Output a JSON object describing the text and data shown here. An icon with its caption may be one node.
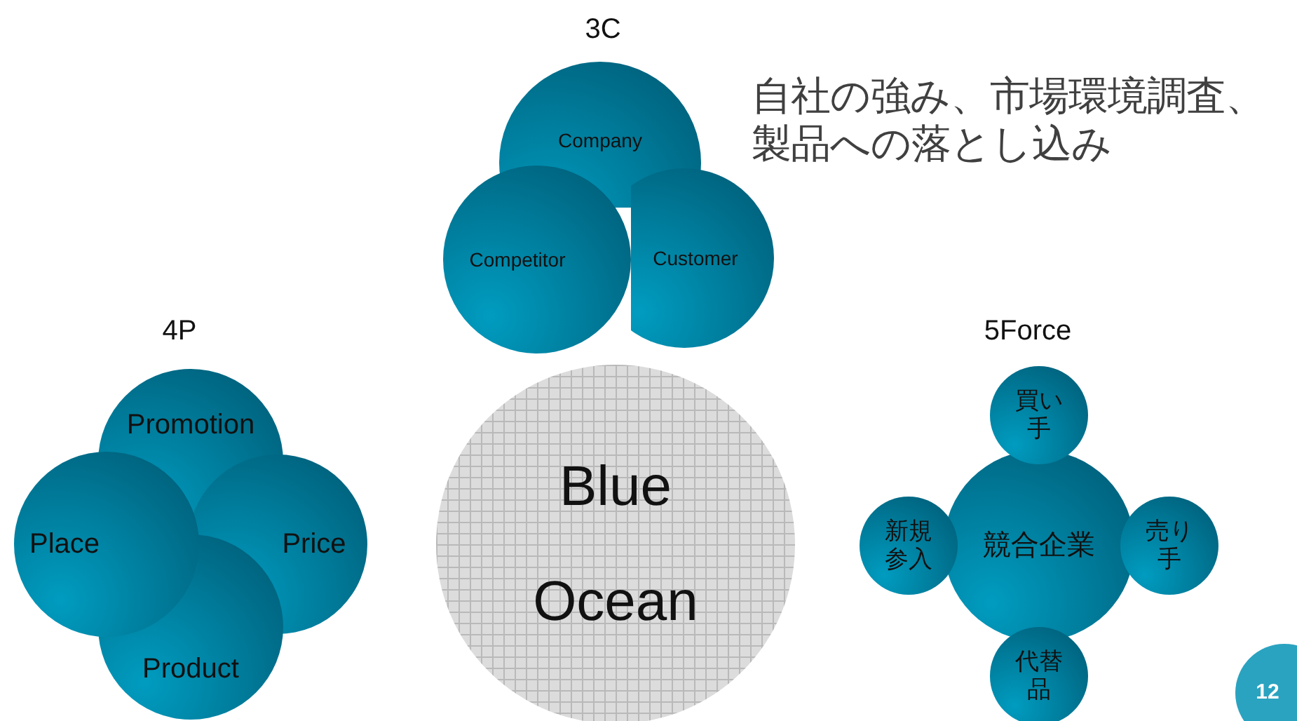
{
  "diagram": {
    "nodes": [
      {
        "text": [
          "Company"
        ]
      },
      {
        "text": [
          "Competitor"
        ]
      },
      {
        "text": [
          "Customer"
        ]
      },
      {
        "text": [
          "Promotion"
        ]
      },
      {
        "text": [
          "Place"
        ]
      },
      {
        "text": [
          "Price"
        ]
      },
      {
        "text": [
          "Product"
        ]
      },
      {
        "text": [
          "Blue Ocean"
        ]
      },
      {
        "text": [
          "買い手"
        ]
      },
      {
        "text": [
          "新規参入"
        ]
      },
      {
        "text": [
          "競合企業"
        ]
      },
      {
        "text": [
          "売り手"
        ]
      },
      {
        "text": [
          "代替品"
        ]
      },
      {
        "text": [
          "12"
        ]
      }
    ],
    "labels": [
      "3C",
      "自社の強み、市場環境調査、製品への落とし込み",
      "4P",
      "5Force"
    ]
  }
}
